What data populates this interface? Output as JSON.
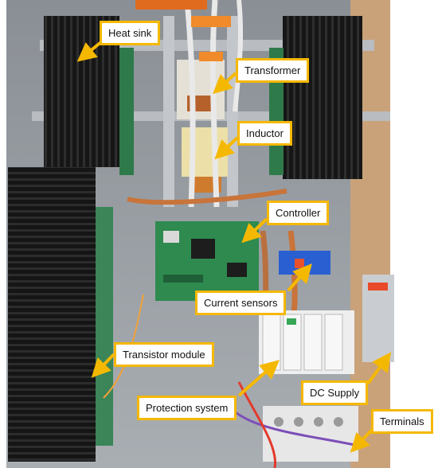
{
  "labels": {
    "heat_sink": "Heat sink",
    "transformer": "Transformer",
    "inductor": "Inductor",
    "controller": "Controller",
    "current_sensors": "Current sensors",
    "transistor_module": "Transistor module",
    "protection_system": "Protection system",
    "dc_supply": "DC Supply",
    "terminals": "Terminals"
  },
  "colors": {
    "callout_border": "#f5b800",
    "arrow": "#f5b800",
    "callout_fill": "#ffffff"
  }
}
